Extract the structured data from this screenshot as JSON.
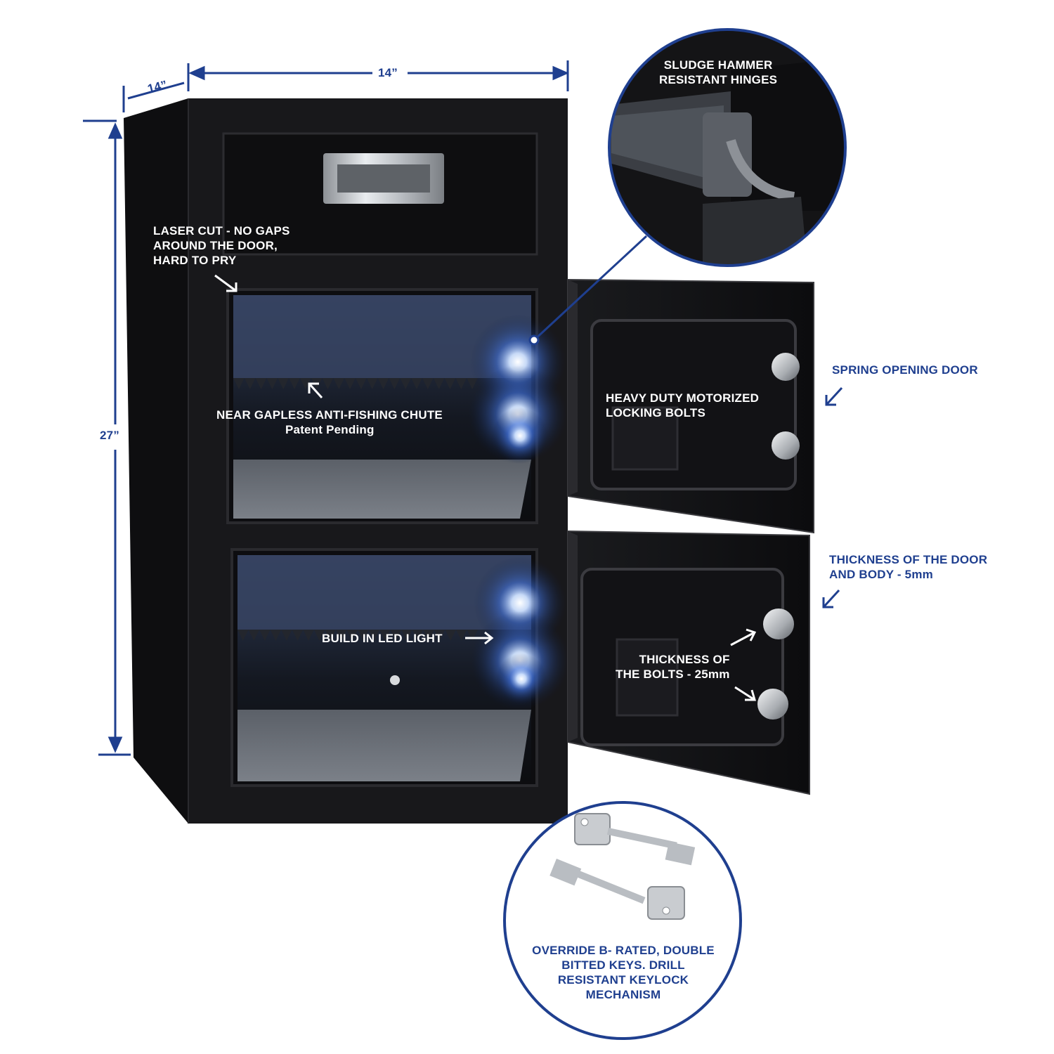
{
  "colors": {
    "accent": "#1f3f8f",
    "safe_body": "#151517",
    "led": "#9ec5ff"
  },
  "dimensions": {
    "depth": "14”",
    "width": "14”",
    "height": "27”"
  },
  "callouts": {
    "laser_cut": "LASER CUT - NO GAPS\nAROUND THE DOOR,\nHARD TO PRY",
    "chute": "NEAR GAPLESS ANTI-FISHING CHUTE",
    "patent": "Patent Pending",
    "led": "BUILD IN LED LIGHT",
    "bolts": "HEAVY DUTY MOTORIZED\nLOCKING BOLTS",
    "bolt_thickness": "THICKNESS OF\nTHE BOLTS - 25mm",
    "spring": "SPRING OPENING DOOR",
    "door_thickness": "THICKNESS OF THE DOOR\nAND BODY - 5mm",
    "hinges": "SLUDGE HAMMER\nRESISTANT HINGES",
    "keys": "OVERRIDE B- RATED, DOUBLE\nBITTED KEYS. DRILL\nRESISTANT KEYLOCK\nMECHANISM"
  }
}
